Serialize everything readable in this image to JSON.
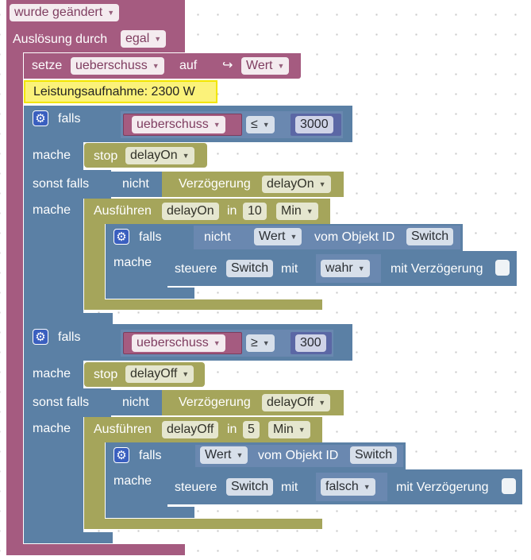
{
  "trigger": {
    "event_dropdown": "wurde geändert",
    "trigger_label": "Auslösung durch",
    "trigger_value": "egal"
  },
  "set_block": {
    "keyword": "setze",
    "variable": "ueberschuss",
    "to_label": "auf",
    "value_icon": "arrow-return-icon",
    "value_dropdown": "Wert"
  },
  "comment": {
    "text": "Leistungsaufnahme: 2300 W"
  },
  "if1": {
    "falls": "falls",
    "var": "ueberschuss",
    "op": "≤",
    "num": "3000",
    "mache": "mache",
    "stop_label": "stop",
    "stop_timer": "delayOn",
    "elseif": "sonst falls",
    "not_label": "nicht",
    "delay_label": "Verzögerung",
    "delay_timer": "delayOn",
    "mache2": "mache",
    "exec_label": "Ausführen",
    "exec_timer": "delayOn",
    "in_label": "in",
    "duration": "10",
    "unit": "Min",
    "inner": {
      "falls": "falls",
      "not_label": "nicht",
      "val": "Wert",
      "from_obj": "vom Objekt ID",
      "obj": "Switch",
      "mache": "mache",
      "control": "steuere",
      "switch": "Switch",
      "with": "mit",
      "bool": "wahr",
      "with_delay": "mit Verzögerung"
    }
  },
  "if2": {
    "falls": "falls",
    "var": "ueberschuss",
    "op": "≥",
    "num": "300",
    "mache": "mache",
    "stop_label": "stop",
    "stop_timer": "delayOff",
    "elseif": "sonst falls",
    "not_label": "nicht",
    "delay_label": "Verzögerung",
    "delay_timer": "delayOff",
    "mache2": "mache",
    "exec_label": "Ausführen",
    "exec_timer": "delayOff",
    "in_label": "in",
    "duration": "5",
    "unit": "Min",
    "inner": {
      "falls": "falls",
      "val": "Wert",
      "from_obj": "vom Objekt ID",
      "obj": "Switch",
      "mache": "mache",
      "control": "steuere",
      "switch": "Switch",
      "with": "mit",
      "bool": "falsch",
      "with_delay": "mit Verzögerung"
    }
  },
  "colors": {
    "event_block": "#a55b80",
    "logic_block": "#5b80a5",
    "timer_block": "#a5a55b",
    "math_block": "#5b67a5",
    "comment_bg": "#fbf27a",
    "workspace_bg": "#ffffff"
  }
}
